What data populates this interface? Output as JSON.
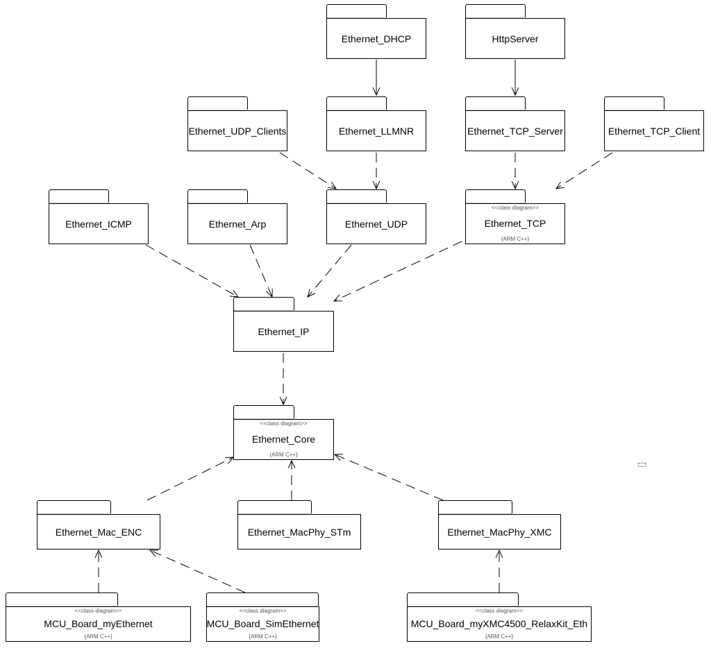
{
  "packages": [
    {
      "id": "ethernet-dhcp",
      "name": "Ethernet_DHCP"
    },
    {
      "id": "httpserver",
      "name": "HttpServer"
    },
    {
      "id": "ethernet-udp-clients",
      "name": "Ethernet_UDP_Clients"
    },
    {
      "id": "ethernet-llmnr",
      "name": "Ethernet_LLMNR"
    },
    {
      "id": "ethernet-tcp-server",
      "name": "Ethernet_TCP_Server"
    },
    {
      "id": "ethernet-tcp-client",
      "name": "Ethernet_TCP_Client"
    },
    {
      "id": "ethernet-icmp",
      "name": "Ethernet_ICMP"
    },
    {
      "id": "ethernet-arp",
      "name": "Ethernet_Arp"
    },
    {
      "id": "ethernet-udp",
      "name": "Ethernet_UDP"
    },
    {
      "id": "ethernet-tcp",
      "name": "Ethernet_TCP",
      "stereotype": "<<class diagram>>",
      "tagged": "{ARM C++}"
    },
    {
      "id": "ethernet-ip",
      "name": "Ethernet_IP"
    },
    {
      "id": "ethernet-core",
      "name": "Ethernet_Core",
      "stereotype": "<<class diagram>>",
      "tagged": "{ARM C++}"
    },
    {
      "id": "ethernet-mac-enc",
      "name": "Ethernet_Mac_ENC"
    },
    {
      "id": "ethernet-macphy-stm",
      "name": "Ethernet_MacPhy_STm"
    },
    {
      "id": "ethernet-macphy-xmc",
      "name": "Ethernet_MacPhy_XMC"
    },
    {
      "id": "mcu-board-myethernet",
      "name": "MCU_Board_myEthernet",
      "stereotype": "<<class diagram>>",
      "tagged": "{ARM C++}"
    },
    {
      "id": "mcu-board-simethernet",
      "name": "MCU_Board_SimEthernet",
      "stereotype": "<<class diagram>>",
      "tagged": "{ARM C++}"
    },
    {
      "id": "mcu-board-myxmc4500-relaxkit-eth",
      "name": "MCU_Board_myXMC4500_RelaxKit_Eth",
      "stereotype": "<<class diagram>>",
      "tagged": "{ARM C++}"
    }
  ],
  "dependencies": [
    {
      "from": "ethernet-dhcp",
      "to": "ethernet-llmnr",
      "style": "solid"
    },
    {
      "from": "httpserver",
      "to": "ethernet-tcp-server",
      "style": "solid"
    },
    {
      "from": "ethernet-udp-clients",
      "to": "ethernet-udp",
      "style": "dashed"
    },
    {
      "from": "ethernet-llmnr",
      "to": "ethernet-udp",
      "style": "dashed"
    },
    {
      "from": "ethernet-tcp-server",
      "to": "ethernet-tcp",
      "style": "dashed"
    },
    {
      "from": "ethernet-tcp-client",
      "to": "ethernet-tcp",
      "style": "dashed"
    },
    {
      "from": "ethernet-icmp",
      "to": "ethernet-ip",
      "style": "dashed"
    },
    {
      "from": "ethernet-arp",
      "to": "ethernet-ip",
      "style": "dashed"
    },
    {
      "from": "ethernet-udp",
      "to": "ethernet-ip",
      "style": "dashed"
    },
    {
      "from": "ethernet-tcp",
      "to": "ethernet-ip",
      "style": "dashed"
    },
    {
      "from": "ethernet-ip",
      "to": "ethernet-core",
      "style": "dashed"
    },
    {
      "from": "ethernet-mac-enc",
      "to": "ethernet-core",
      "style": "dashed"
    },
    {
      "from": "ethernet-macphy-stm",
      "to": "ethernet-core",
      "style": "dashed"
    },
    {
      "from": "ethernet-macphy-xmc",
      "to": "ethernet-core",
      "style": "dashed"
    },
    {
      "from": "mcu-board-myethernet",
      "to": "ethernet-mac-enc",
      "style": "dashed"
    },
    {
      "from": "mcu-board-simethernet",
      "to": "ethernet-mac-enc",
      "style": "dashed"
    },
    {
      "from": "mcu-board-myxmc4500-relaxkit-eth",
      "to": "ethernet-macphy-xmc",
      "style": "dashed"
    }
  ]
}
